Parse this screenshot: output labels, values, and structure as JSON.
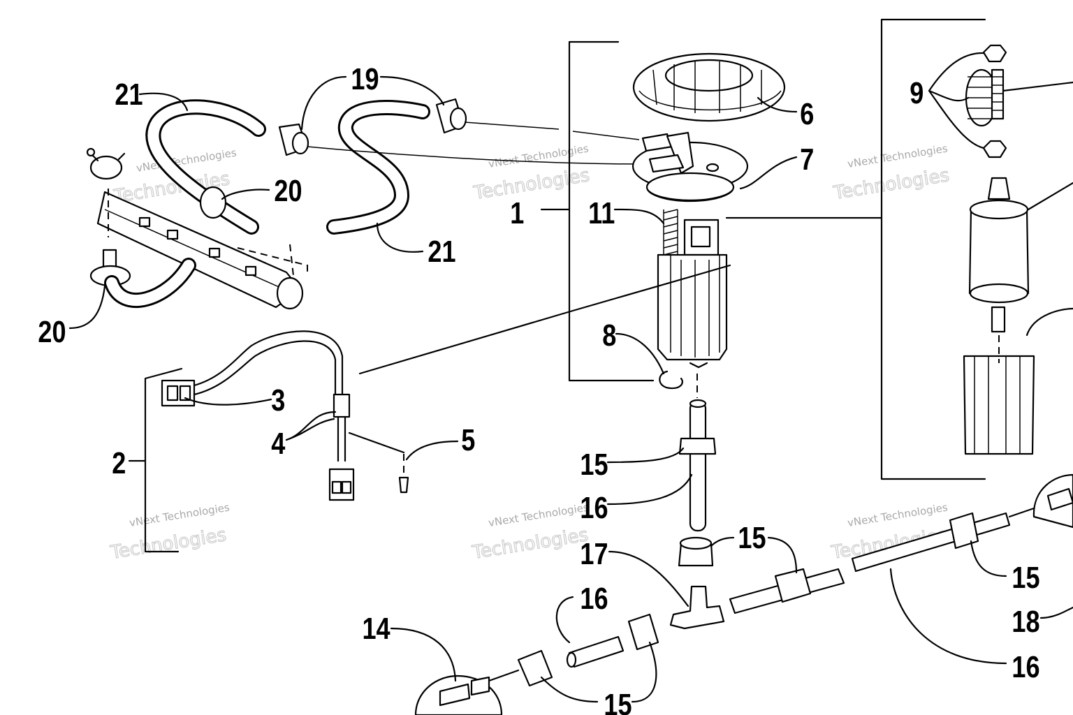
{
  "watermark": {
    "line1": "vNext Technologies",
    "line2": "Technologies",
    "prefix": "vNext"
  },
  "callouts": [
    {
      "id": "c1",
      "text": "1"
    },
    {
      "id": "c2",
      "text": "2"
    },
    {
      "id": "c3",
      "text": "3"
    },
    {
      "id": "c4",
      "text": "4"
    },
    {
      "id": "c5",
      "text": "5"
    },
    {
      "id": "c6",
      "text": "6"
    },
    {
      "id": "c7",
      "text": "7"
    },
    {
      "id": "c8",
      "text": "8"
    },
    {
      "id": "c9",
      "text": "9"
    },
    {
      "id": "c11",
      "text": "11"
    },
    {
      "id": "c14",
      "text": "14"
    },
    {
      "id": "c15a",
      "text": "15"
    },
    {
      "id": "c15b",
      "text": "15"
    },
    {
      "id": "c15c",
      "text": "15"
    },
    {
      "id": "c15d",
      "text": "15"
    },
    {
      "id": "c16a",
      "text": "16"
    },
    {
      "id": "c16b",
      "text": "16"
    },
    {
      "id": "c16c",
      "text": "16"
    },
    {
      "id": "c17",
      "text": "17"
    },
    {
      "id": "c18",
      "text": "18"
    },
    {
      "id": "c19",
      "text": "19"
    },
    {
      "id": "c20a",
      "text": "20"
    },
    {
      "id": "c20b",
      "text": "20"
    },
    {
      "id": "c21a",
      "text": "21"
    },
    {
      "id": "c21b",
      "text": "21"
    }
  ]
}
